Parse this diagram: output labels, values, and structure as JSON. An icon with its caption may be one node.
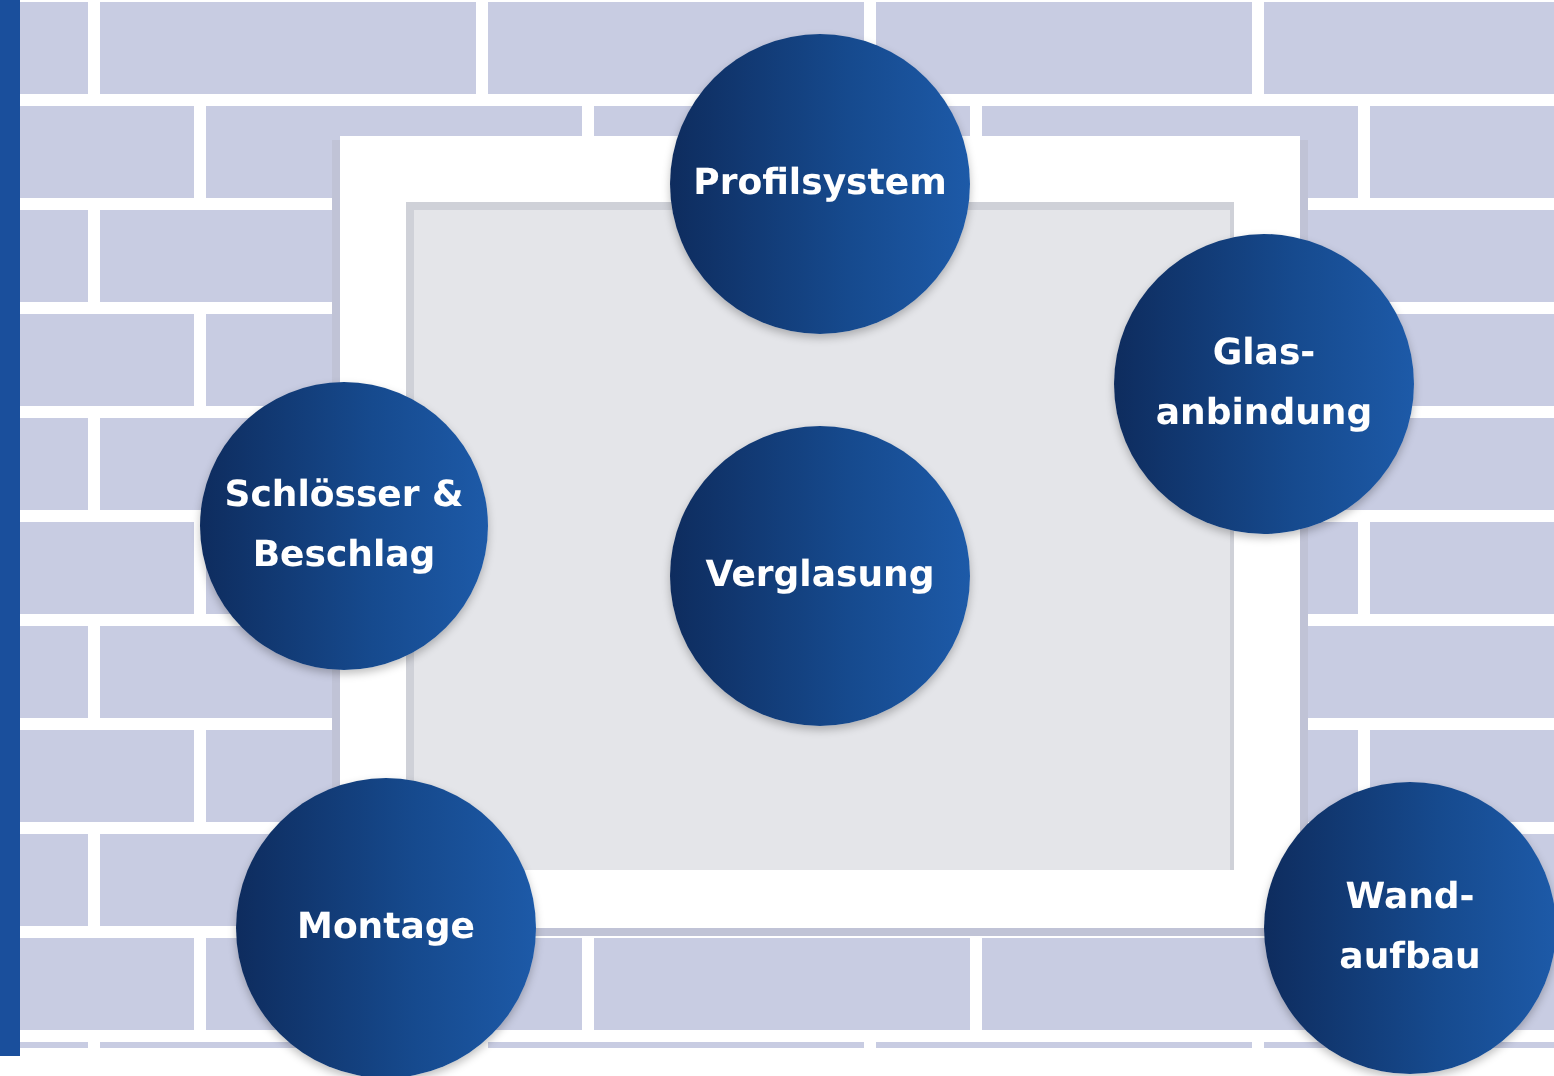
{
  "diagram": {
    "nodes": [
      {
        "text": [
          "Profilsystem"
        ]
      },
      {
        "text": [
          "Glas- anbindung"
        ]
      },
      {
        "text": [
          "Schlösser & Beschlag"
        ]
      },
      {
        "text": [
          "Verglasung"
        ]
      },
      {
        "text": [
          "Montage"
        ]
      },
      {
        "text": [
          "Wand- aufbau"
        ]
      }
    ],
    "edges": []
  }
}
